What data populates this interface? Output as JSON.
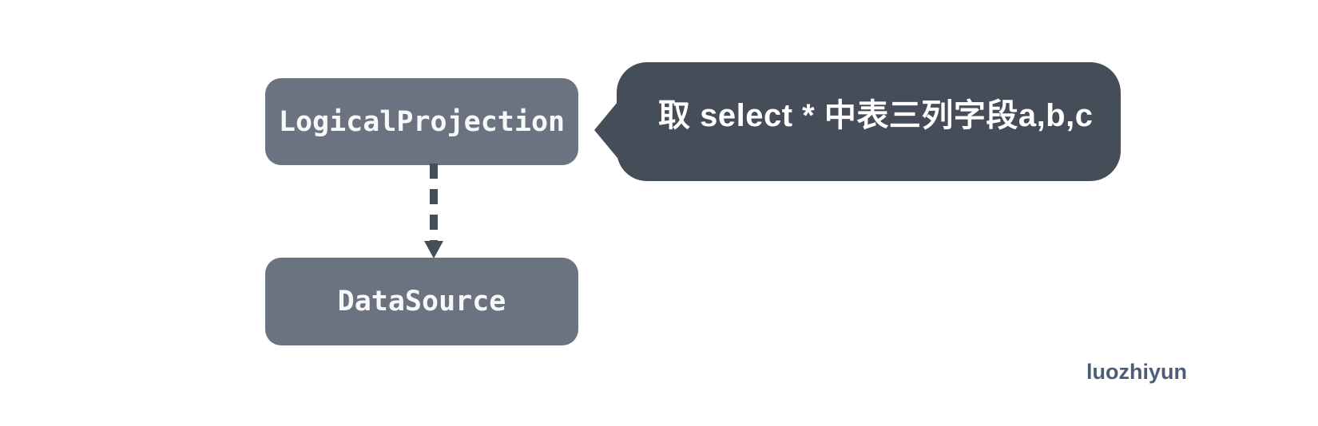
{
  "canvas": {
    "background": "#ffffff"
  },
  "diagram": {
    "nodes": [
      {
        "id": "logical-projection",
        "label": "LogicalProjection",
        "fill": "#6b7380",
        "text_color": "#f7f8f9"
      },
      {
        "id": "data-source",
        "label": "DataSource",
        "fill": "#6b7380",
        "text_color": "#f7f8f9"
      }
    ],
    "edge": {
      "from": "LogicalProjection",
      "to": "DataSource",
      "style": "dashed",
      "direction": "down",
      "color": "#454d59"
    },
    "callout": {
      "text": "取 select * 中表三列字段a,b,c",
      "background": "#454d59",
      "text_color": "#ffffff",
      "points_to": "LogicalProjection",
      "pointer_side": "left"
    },
    "watermark": {
      "text": "luozhiyun",
      "color": "#4d5d78"
    }
  }
}
